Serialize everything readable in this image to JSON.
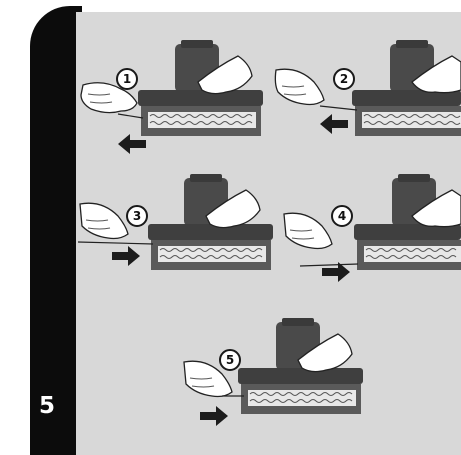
{
  "page_number": "5",
  "steps": [
    {
      "label": "1",
      "direction": "left"
    },
    {
      "label": "2",
      "direction": "left"
    },
    {
      "label": "3",
      "direction": "right"
    },
    {
      "label": "4",
      "direction": "right"
    },
    {
      "label": "5",
      "direction": "right"
    }
  ],
  "colors": {
    "panel_black": "#0c0c0c",
    "panel_gray": "#d8d8d8",
    "device_dark": "#4a4a4a",
    "arrow": "#1c1c1c"
  }
}
